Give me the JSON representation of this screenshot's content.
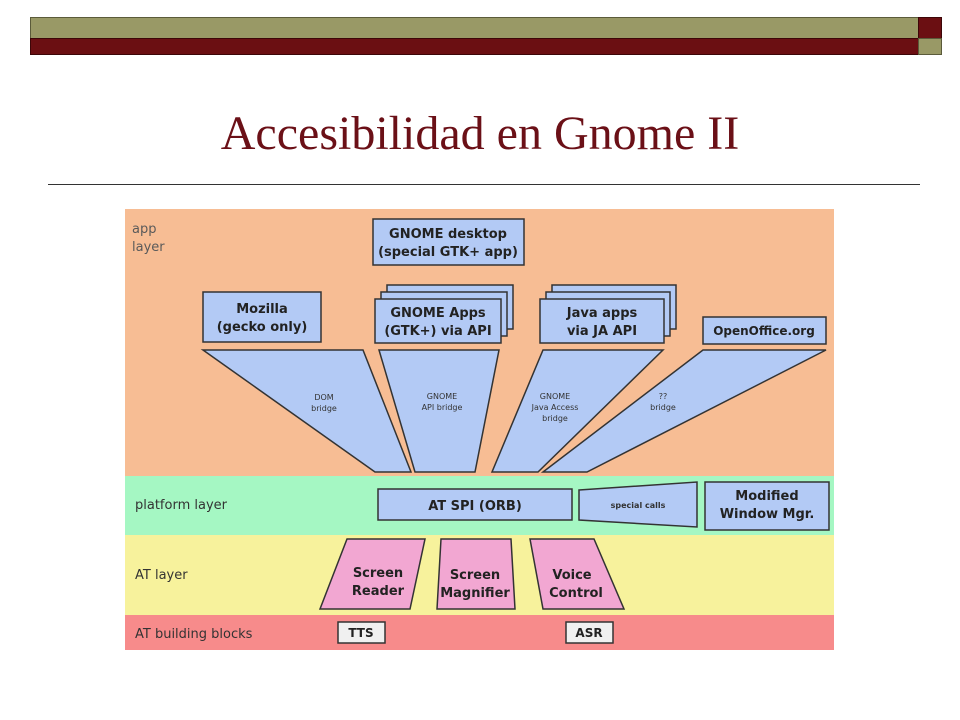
{
  "slide": {
    "title": "Accesibilidad en Gnome II"
  },
  "colors": {
    "bar_olive": "#999966",
    "bar_maroon": "#6b0f12",
    "title": "#6b1017",
    "app_layer": "#f7bd94",
    "platform_layer": "#a5f7c3",
    "at_layer": "#f7f29c",
    "building_blocks": "#f78b8b",
    "blue_box": "#b3caf5",
    "pink_box": "#f2a7d2"
  },
  "diagram": {
    "layers": {
      "app": "app\nlayer",
      "platform": "platform layer",
      "at": "AT layer",
      "building": "AT building blocks"
    },
    "apps": {
      "gnome_desktop": [
        "GNOME desktop",
        "(special GTK+ app)"
      ],
      "mozilla": [
        "Mozilla",
        "(gecko only)"
      ],
      "gnome_apps": [
        "GNOME Apps",
        "(GTK+) via API"
      ],
      "java_apps": [
        "Java apps",
        "via JA API"
      ],
      "openoffice": [
        "OpenOffice.org"
      ]
    },
    "bridges": {
      "dom": [
        "DOM",
        "bridge"
      ],
      "gnome_api": [
        "GNOME",
        "API bridge"
      ],
      "java_access": [
        "GNOME",
        "Java Access",
        "bridge"
      ],
      "unknown": [
        "??",
        "bridge"
      ]
    },
    "platform": {
      "atspi": "AT SPI (ORB)",
      "special_calls": "special calls",
      "window_mgr": [
        "Modified",
        "Window Mgr."
      ]
    },
    "at_tools": {
      "screen_reader": [
        "Screen",
        "Reader"
      ],
      "screen_magnifier": [
        "Screen",
        "Magnifier"
      ],
      "voice_control": [
        "Voice",
        "Control"
      ]
    },
    "building_blocks": {
      "tts": "TTS",
      "asr": "ASR"
    }
  }
}
